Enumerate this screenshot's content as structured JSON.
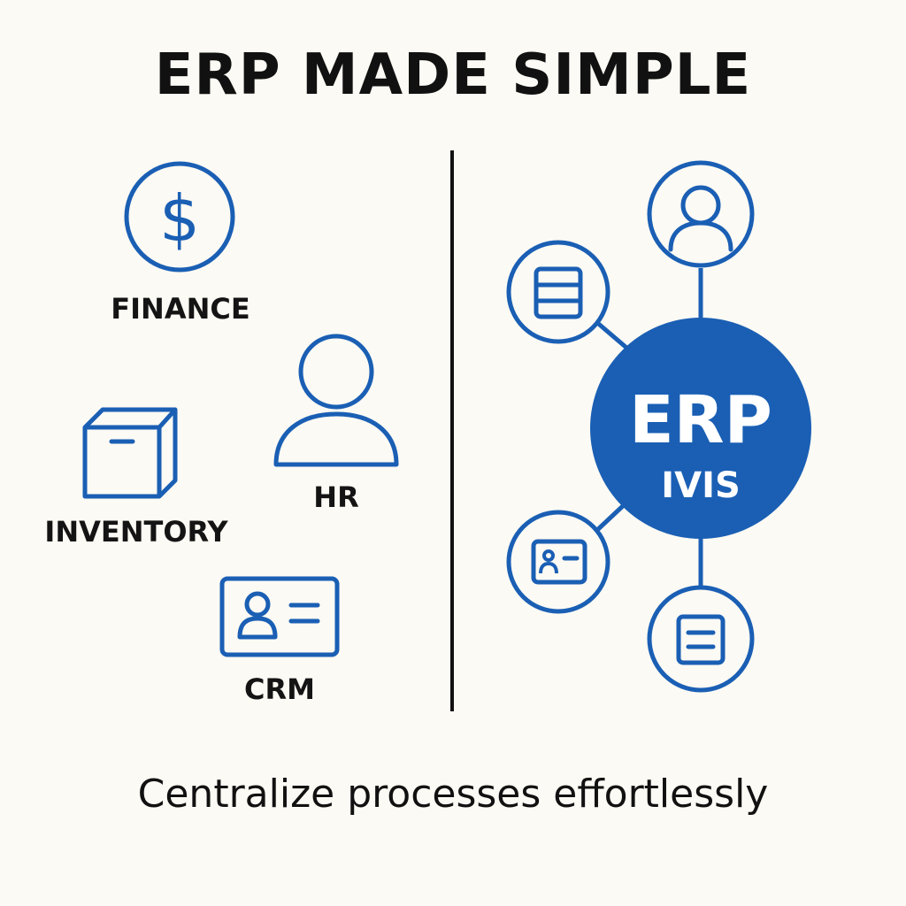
{
  "title": "ERP MADE SIMPLE",
  "tagline": "Centralize processes effortlessly",
  "modules": {
    "finance": {
      "label": "FINANCE",
      "icon": "dollar-circle-icon"
    },
    "hr": {
      "label": "HR",
      "icon": "person-icon"
    },
    "inventory": {
      "label": "INVENTORY",
      "icon": "box-icon"
    },
    "crm": {
      "label": "CRM",
      "icon": "contact-card-icon"
    }
  },
  "hub": {
    "title": "ERP",
    "subtitle": "IVIS",
    "satellites": [
      {
        "icon": "user-profile-icon"
      },
      {
        "icon": "database-list-icon"
      },
      {
        "icon": "id-card-icon"
      },
      {
        "icon": "document-icon"
      }
    ]
  },
  "colors": {
    "accent": "#1a5fb4",
    "text": "#111111",
    "background": "#fcfaf4"
  }
}
